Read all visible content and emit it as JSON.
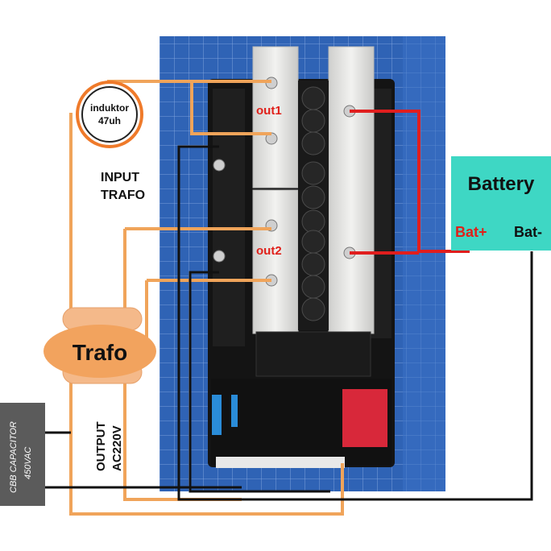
{
  "labels": {
    "inductor_line1": "induktor",
    "inductor_line2": "47uh",
    "input_line1": "INPUT",
    "input_line2": "TRAFO",
    "out1": "out1",
    "out2": "out2",
    "battery": "Battery",
    "bat_plus": "Bat+",
    "bat_minus": "Bat-",
    "trafo": "Trafo",
    "output_line1": "OUTPUT",
    "output_line2": "AC220V",
    "capacitor_line1": "CBB CAPACITOR",
    "capacitor_line2": "450VAC"
  },
  "colors": {
    "background": "#ffffff",
    "cutting_mat": "#2f63b5",
    "board": "#141414",
    "heatsink": "#e4e4e2",
    "capacitor": "#1a1a1a",
    "wire_orange": "#f0a45a",
    "wire_red": "#e01e1e",
    "wire_black": "#111111",
    "battery_fill": "#3ed7c4",
    "trafo_fill": "#f2a35e",
    "capacitor_box": "#5b5b5b",
    "label_red": "#e0201a",
    "inductor_ring": "#ef7a2a"
  },
  "icons": [
    "inductor-ring-icon",
    "transformer-icon",
    "capacitor-box-icon",
    "battery-box-icon"
  ]
}
